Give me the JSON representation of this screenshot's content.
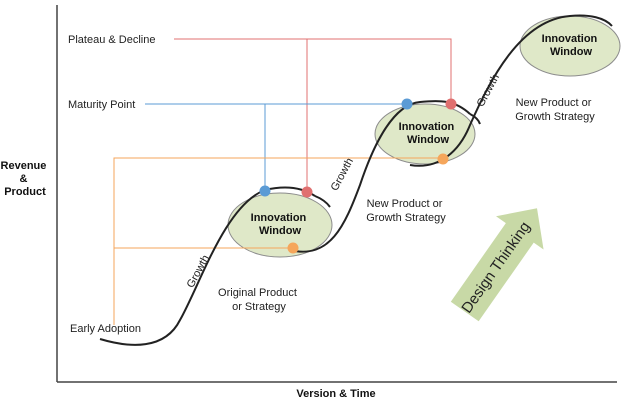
{
  "axes": {
    "y_label_lines": [
      "Revenue",
      "&",
      "Product"
    ],
    "x_label": "Version & Time"
  },
  "left_labels": {
    "plateau": "Plateau & Decline",
    "maturity": "Maturity Point",
    "early": "Early Adoption"
  },
  "growth_labels": [
    "Growth",
    "Growth",
    "Growth"
  ],
  "windows": [
    {
      "line1": "Innovation",
      "line2": "Window"
    },
    {
      "line1": "Innovation",
      "line2": "Window"
    },
    {
      "line1": "Innovation",
      "line2": "Window"
    }
  ],
  "strategy_labels": [
    {
      "line1": "Original Product",
      "line2": "or Strategy"
    },
    {
      "line1": "New Product or",
      "line2": "Growth Strategy"
    },
    {
      "line1": "New Product or",
      "line2": "Growth Strategy"
    }
  ],
  "design_thinking": "Design Thinking",
  "colors": {
    "plateau": "#e07070",
    "maturity": "#5b9bd5",
    "early": "#f5a65b",
    "window_fill": "#dfe8c8",
    "window_stroke": "#8c8c8c",
    "arrow_fill": "#c8d9a6",
    "curve": "#222222",
    "axis": "#444444"
  },
  "icons": {
    "maturity_dots": "blue-dot",
    "plateau_dots": "red-dot",
    "early_dots": "orange-dot",
    "arrow": "up-right-arrow"
  }
}
